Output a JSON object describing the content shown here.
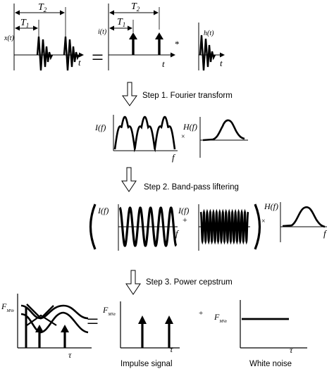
{
  "header": {
    "period_short": "T",
    "period_short_sub": "1",
    "period_long": "T",
    "period_long_sub": "2"
  },
  "signals": {
    "x_t": "x(t)",
    "i_t": "i(t)",
    "h_t": "h(t)",
    "t_axis": "t",
    "equals": "=",
    "convolve": "*"
  },
  "steps": {
    "step1": "Step 1. Fourier transform",
    "step2": "Step 2. Band-pass liftering",
    "step3": "Step 3. Power cepstrum"
  },
  "spectra": {
    "I_f": "I(f)",
    "H_f": "H(f)",
    "f_axis": "f",
    "times": "×",
    "plus": "+"
  },
  "cepstrum": {
    "F_main": "F",
    "F_sub": "MVe",
    "tau": "τ",
    "equals": "=",
    "plus": "+"
  },
  "captions": {
    "impulse": "Impulse signal",
    "white_noise": "White noise"
  },
  "colors": {
    "ink": "#000000",
    "background": "#ffffff"
  }
}
